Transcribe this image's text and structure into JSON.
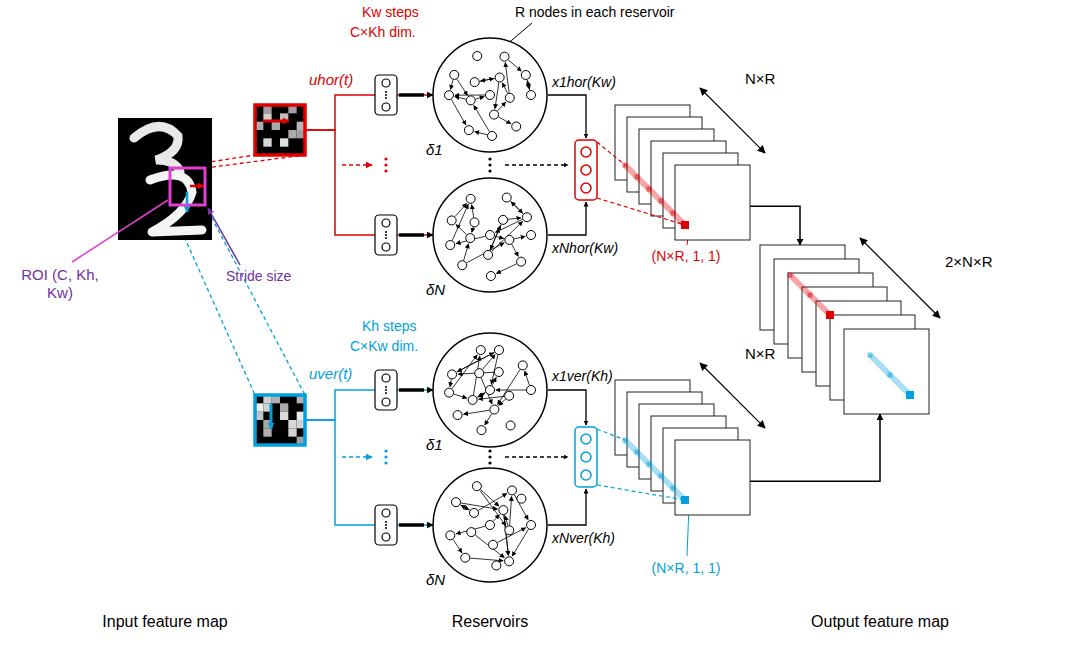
{
  "diagram": {
    "nodes": [
      {
        "text": [
          "ROI (C, Kh, Kw)"
        ]
      },
      {
        "text": [
          "uhor(t)"
        ]
      },
      {
        "text": [
          "δ1"
        ]
      },
      {
        "text": [
          "δN"
        ]
      },
      {
        "text": [
          "N×R"
        ]
      },
      {
        "text": [
          "uver(t)"
        ]
      },
      {
        "text": [
          "δ1"
        ]
      },
      {
        "text": [
          "δN"
        ]
      },
      {
        "text": [
          "N×R"
        ]
      },
      {
        "text": [
          "2×N×R"
        ]
      }
    ],
    "edges": [
      {
        "from": 0,
        "to": 1,
        "arrow": "none"
      },
      {
        "from": 0,
        "to": 5,
        "arrow": "none"
      },
      {
        "from": 1,
        "to": 2,
        "arrow": "to"
      },
      {
        "from": 1,
        "to": 3,
        "arrow": "to"
      },
      {
        "from": 5,
        "to": 6,
        "arrow": "to"
      },
      {
        "from": 5,
        "to": 7,
        "arrow": "to"
      },
      {
        "from": 4,
        "to": 9,
        "arrow": "to"
      },
      {
        "from": 8,
        "to": 9,
        "arrow": "to"
      }
    ],
    "labels": [
      "Kw steps",
      "C×Kh dim.",
      "R nodes in each reservoir",
      "x1hor(Kw)",
      "xNhor(Kw)",
      "(N×R, 1, 1)",
      "Stride size",
      "Kh steps",
      "C×Kw dim.",
      "x1ver(Kh)",
      "xNver(Kh)",
      "(N×R, 1, 1)",
      "Input feature map",
      "Reservoirs",
      "Output feature map"
    ]
  }
}
